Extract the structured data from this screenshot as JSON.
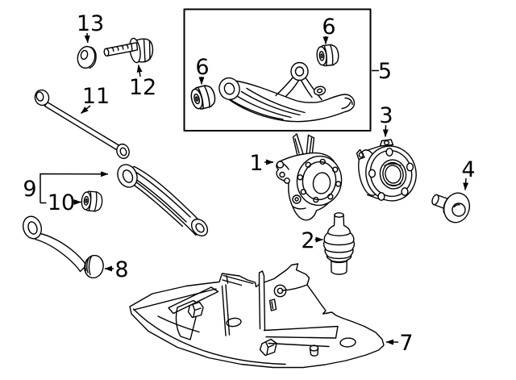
{
  "diagram": {
    "background": "#ffffff",
    "line_color": "#000000",
    "label_color": "#000000",
    "callouts": {
      "n1": "1",
      "n2": "2",
      "n3": "3",
      "n4": "4",
      "n5": "5",
      "n6_front": "6",
      "n6_rear": "6",
      "n7": "7",
      "n8": "8",
      "n9": "9",
      "n10": "10",
      "n11": "11",
      "n12": "12",
      "n13": "13"
    }
  }
}
